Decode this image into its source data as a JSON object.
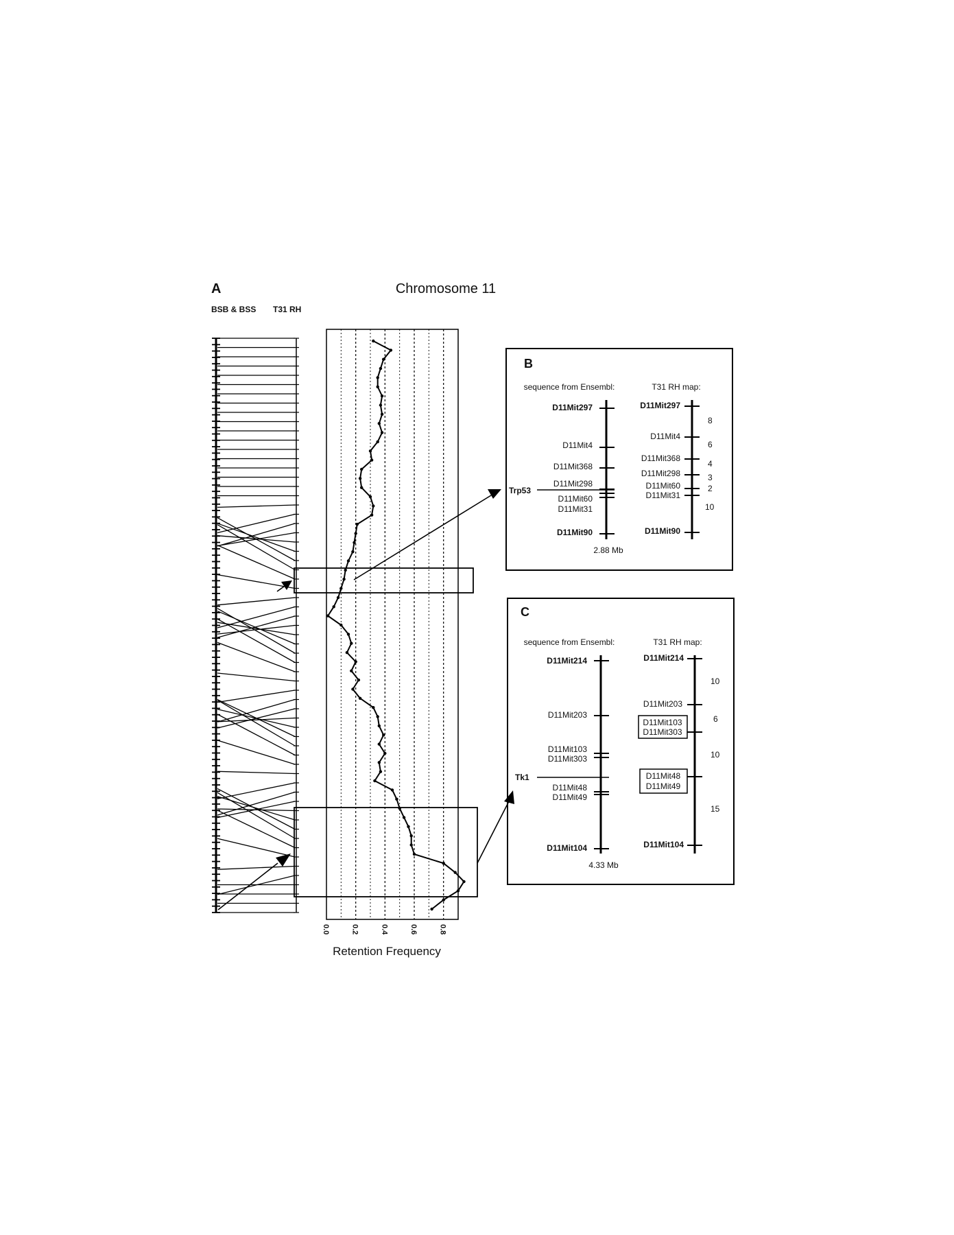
{
  "panel_a": {
    "letter": "A",
    "title": "Chromosome 11",
    "col1_label": "BSB & BSS",
    "col2_label": "T31 RH"
  },
  "panel_b": {
    "letter": "B",
    "left_heading": "sequence from Ensembl:",
    "right_heading": "T31 RH map:",
    "left_markers": [
      "D11Mit297",
      "D11Mit4",
      "D11Mit368",
      "D11Mit298",
      "D11Mit60",
      "D11Mit31",
      "D11Mit90"
    ],
    "right_markers": [
      "D11Mit297",
      "D11Mit4",
      "D11Mit368",
      "D11Mit298",
      "D11Mit60",
      "D11Mit31",
      "D11Mit90"
    ],
    "distances": [
      "8",
      "6",
      "4",
      "3",
      "2",
      "10"
    ],
    "gene": "Trp53",
    "size": "2.88 Mb"
  },
  "panel_c": {
    "letter": "C",
    "left_heading": "sequence from Ensembl:",
    "right_heading": "T31 RH map:",
    "left_markers": [
      "D11Mit214",
      "D11Mit203",
      "D11Mit103",
      "D11Mit303",
      "D11Mit48",
      "D11Mit49",
      "D11Mit104"
    ],
    "right_markers": [
      "D11Mit214",
      "D11Mit203",
      "D11Mit103",
      "D11Mit303",
      "D11Mit48",
      "D11Mit49",
      "D11Mit104"
    ],
    "distances": [
      "10",
      "6",
      "10",
      "15"
    ],
    "gene": "Tk1",
    "size": "4.33 Mb"
  },
  "chart_data": {
    "type": "line",
    "orientation": "vertical",
    "xlabel": "Retention Frequency",
    "xlim": [
      0,
      0.9
    ],
    "xticks": [
      "0.0",
      "0.2",
      "0.4",
      "0.6",
      "0.8"
    ],
    "grid": true,
    "series": [
      {
        "values": [
          0.32,
          0.44,
          0.39,
          0.37,
          0.35,
          0.35,
          0.38,
          0.37,
          0.38,
          0.36,
          0.38,
          0.35,
          0.3,
          0.31,
          0.24,
          0.23,
          0.24,
          0.3,
          0.32,
          0.31,
          0.21,
          0.2,
          0.19,
          0.18,
          0.15,
          0.13,
          0.12,
          0.1,
          0.08,
          0.05,
          0.01,
          0.1,
          0.15,
          0.17,
          0.14,
          0.2,
          0.17,
          0.22,
          0.18,
          0.23,
          0.32,
          0.35,
          0.36,
          0.39,
          0.36,
          0.4,
          0.36,
          0.37,
          0.33,
          0.45,
          0.48,
          0.5,
          0.53,
          0.56,
          0.58,
          0.58,
          0.6,
          0.8,
          0.88,
          0.94,
          0.9,
          0.8,
          0.72
        ]
      }
    ]
  }
}
